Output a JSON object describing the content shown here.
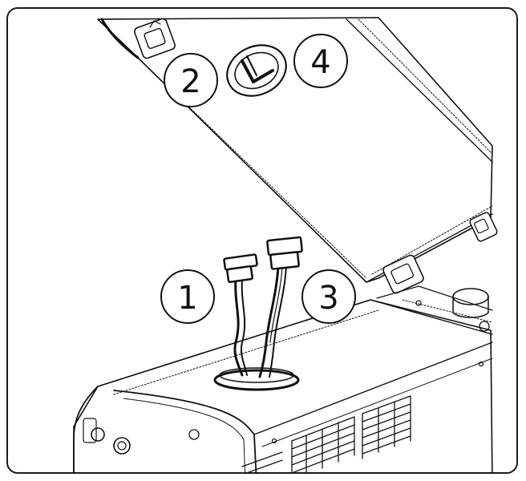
{
  "callouts": [
    {
      "id": "callout-1",
      "label": "1"
    },
    {
      "id": "callout-2",
      "label": "2"
    },
    {
      "id": "callout-3",
      "label": "3"
    },
    {
      "id": "callout-4",
      "label": "4"
    }
  ],
  "colors": {
    "stroke": "#111111",
    "background": "#ffffff",
    "frame": "#1a1a1a"
  }
}
